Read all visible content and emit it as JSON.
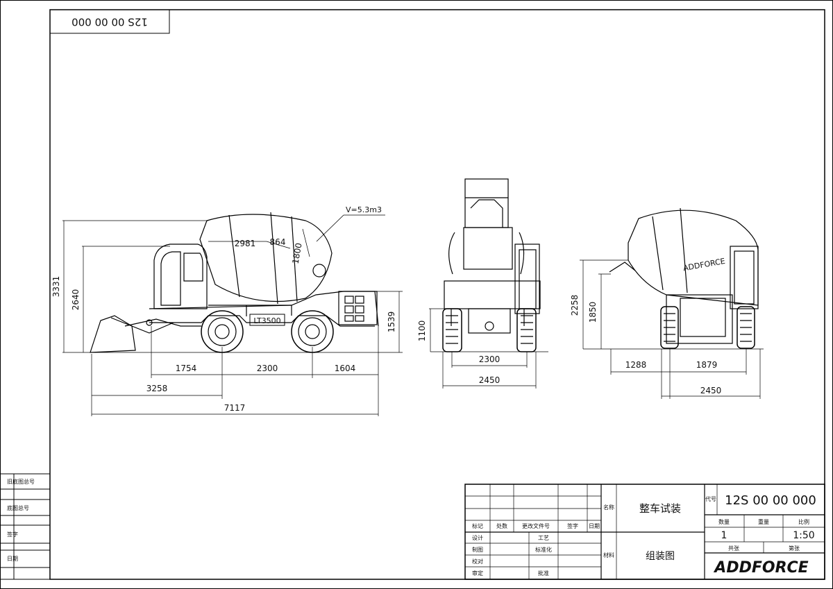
{
  "drawing_number_rotated": "12S 00 00 000",
  "side_view": {
    "model_label": "LT3500",
    "capacity": "V=5.3m3",
    "dims": {
      "total_height": "3331",
      "cab_height": "2640",
      "rear_height": "1539",
      "drum_length": "2981",
      "drum_mid": "864",
      "drum_dia": "1800",
      "front_overhang": "1754",
      "wheelbase": "2300",
      "rear_overhang": "1604",
      "bucket_reach": "3258",
      "total_length": "7117"
    }
  },
  "front_view": {
    "dims": {
      "height": "1100",
      "track": "2300",
      "width": "2450"
    }
  },
  "rear_view": {
    "brand": "ADDFORCE",
    "dims": {
      "height": "2258",
      "height2": "1850",
      "offset": "1288",
      "span": "1879",
      "width": "2450"
    }
  },
  "left_strip": {
    "labels": [
      "旧底图总号",
      "底图总号",
      "签字",
      "日期"
    ]
  },
  "title_block": {
    "name_label": "名称",
    "material_label": "材料",
    "code_label": "代号",
    "title": "整车试装",
    "subtitle": "组装图",
    "code": "12S 00 00 000",
    "qty_label": "数量",
    "weight_label": "重量",
    "scale_label": "比例",
    "qty": "1",
    "scale": "1:50",
    "sheets_label": "共张",
    "sheet_label": "第张",
    "brand": "ADDFORCE",
    "rev_headers": [
      "标记",
      "处数",
      "更改文件号",
      "签字",
      "日期"
    ],
    "roles_left": [
      "设计",
      "制图",
      "校对",
      "审定"
    ],
    "roles_right": [
      "工艺",
      "标准化",
      "",
      "批准"
    ]
  }
}
